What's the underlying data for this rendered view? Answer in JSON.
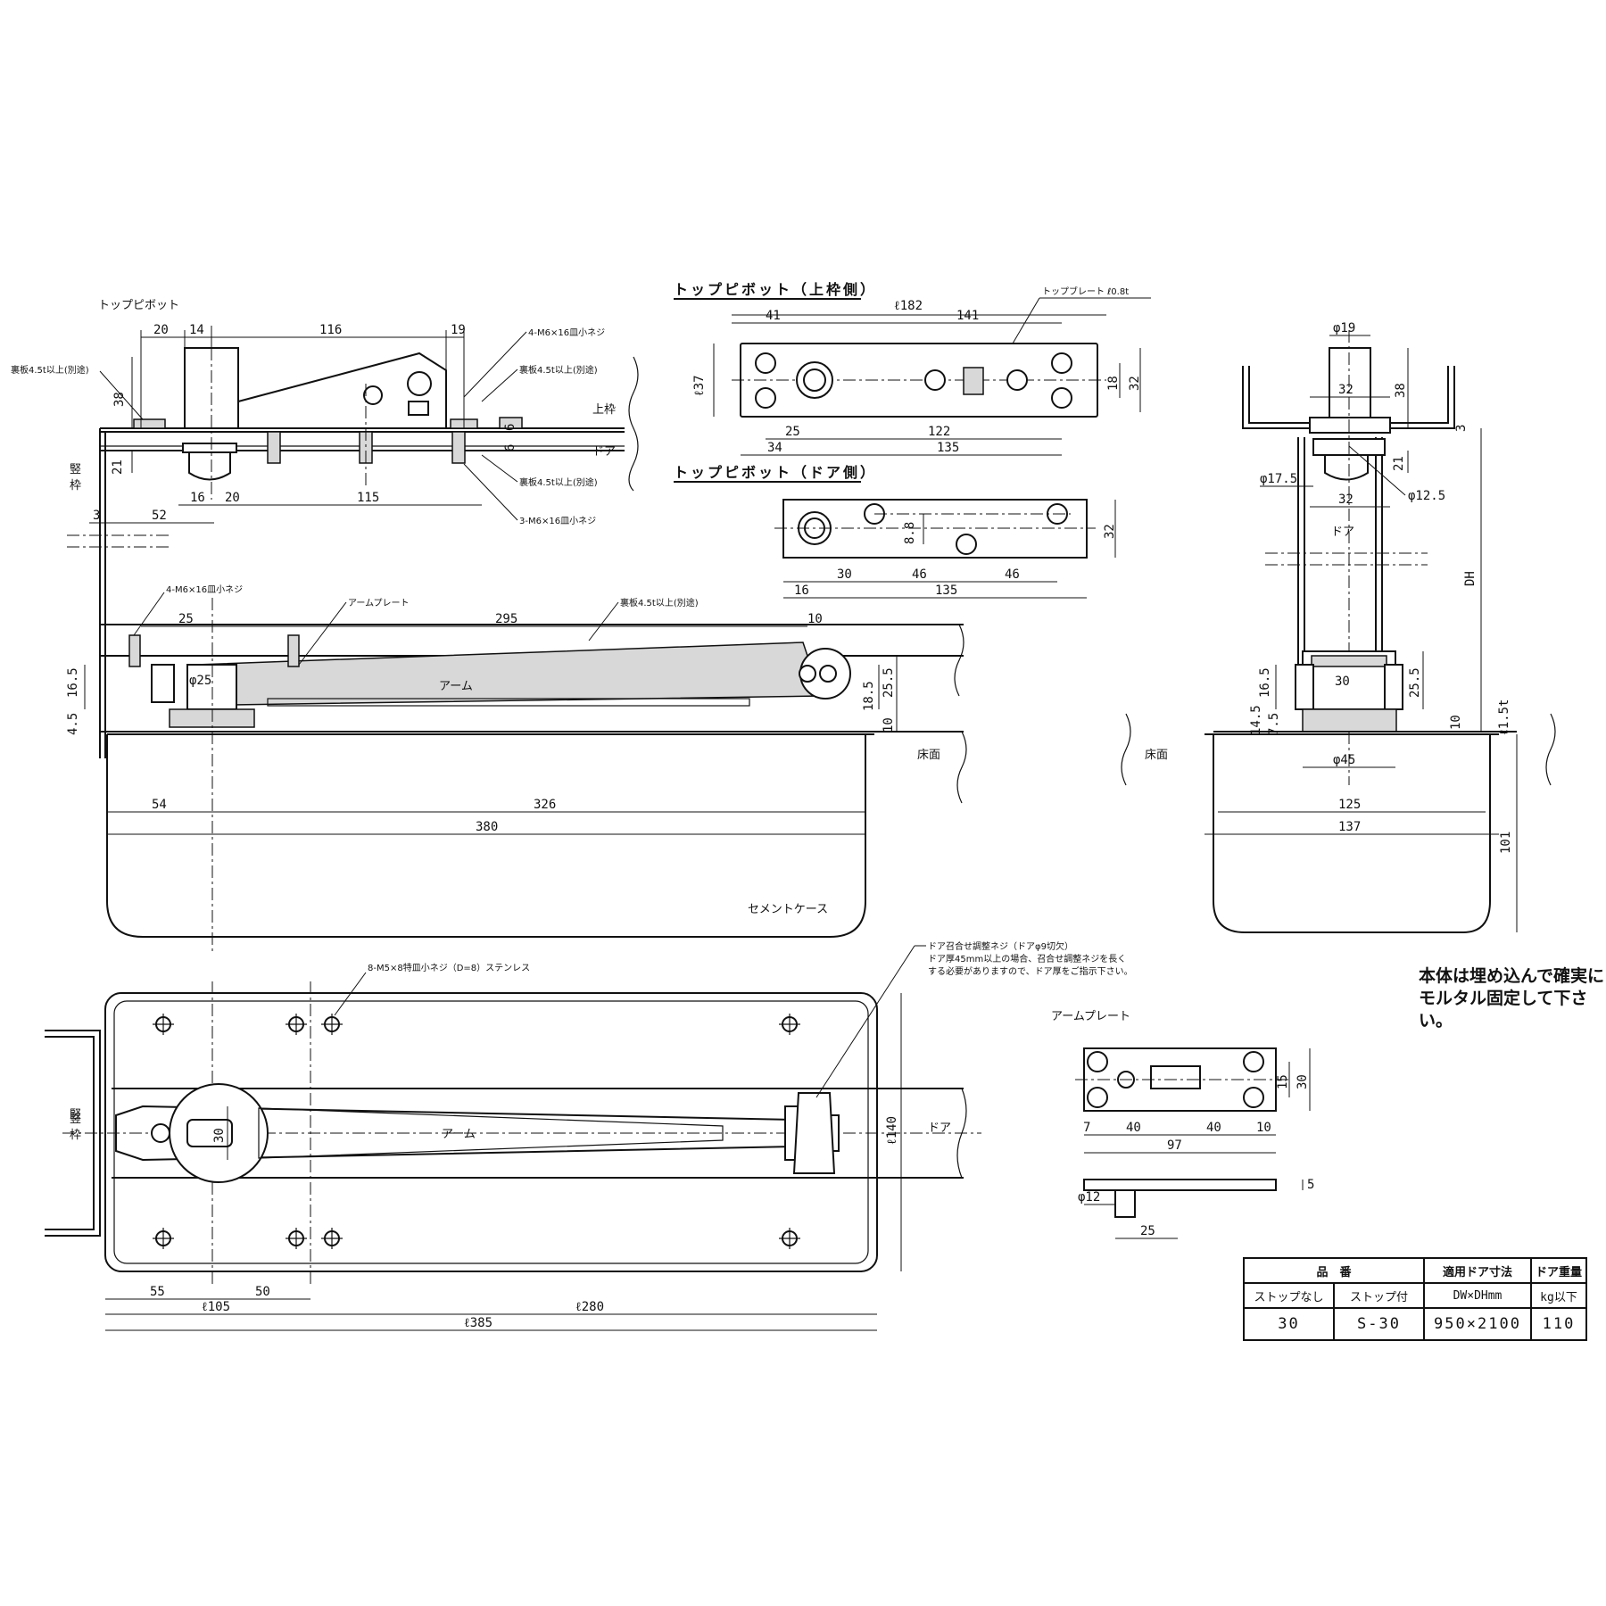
{
  "titles": {
    "top_pivot": "トップピボット",
    "top_pivot_frame": "トップピボット（上枠側）",
    "top_pivot_door": "トップピボット（ドア側）",
    "arm_plate": "アームプレート"
  },
  "labels": {
    "frame_vertical_1": "竪",
    "frame_vertical_2": "枠",
    "top_frame": "上枠",
    "door": "ドア",
    "floor": "床面",
    "cement_case": "セメントケース",
    "arm": "アーム",
    "arm_plate_label": "アームプレート",
    "plate_thickness": "トップブレート ℓ0.8t",
    "screw_4m6": "4-M6×16皿小ネジ",
    "screw_3m6": "3-M6×16皿小ネジ",
    "backing_plate": "裏板4.5t以上(別途)",
    "screw_8m5": "8-M5×8特皿小ネジ（D=8）ステンレス",
    "adjust_1": "ドア召合せ調整ネジ（ドアφ9切欠）",
    "adjust_2": "ドア厚45mm以上の場合、召合せ調整ネジを長く",
    "adjust_3": "する必要がありますので、ドア厚をご指示下さい。",
    "door_right": "ドア"
  },
  "dims": {
    "d20": "20",
    "d14": "14",
    "d116": "116",
    "d19": "19",
    "d38": "38",
    "d21": "21",
    "d6a": "6",
    "d6b": "6",
    "d16": "16",
    "d20b": "20",
    "d115": "115",
    "d3": "3",
    "d52": "52",
    "d182": "ℓ182",
    "d41": "41",
    "d141": "141",
    "d37": "ℓ37",
    "d18": "18",
    "d32": "32",
    "d25": "25",
    "d122": "122",
    "d34": "34",
    "d135": "135",
    "d8_8": "8.8",
    "d32b": "32",
    "d16b": "16",
    "d30": "30",
    "d46a": "46",
    "d46b": "46",
    "d135b": "135",
    "d25b": "25",
    "d295": "295",
    "d10": "10",
    "d16_5": "16.5",
    "d4_5": "4.5",
    "phi25": "φ25",
    "d18_5": "18.5",
    "d25_5": "25.5",
    "d10b": "10",
    "d54": "54",
    "d326": "326",
    "d380": "380",
    "phi19": "φ19",
    "d32c": "32",
    "d38b": "38",
    "d3b": "3",
    "d21b": "21",
    "phi17_5": "φ17.5",
    "d32d": "32",
    "phi12_5": "φ12.5",
    "dh": "DH",
    "d16_5b": "16.5",
    "d30b": "30",
    "d25_5b": "25.5",
    "d14_5": "14.5",
    "d7_5": "7.5",
    "d10c": "10",
    "d1_5": "ℓ1.5t",
    "phi45": "φ45",
    "d125": "125",
    "d137": "137",
    "d101": "101",
    "d30c": "30",
    "d140": "ℓ140",
    "d55": "55",
    "d50": "50",
    "d105": "ℓ105",
    "d280": "ℓ280",
    "d385": "ℓ385",
    "d15": "15",
    "d30d": "30",
    "d7": "7",
    "d40a": "40",
    "d40b": "40",
    "d10d": "10",
    "d97": "97",
    "phi12": "φ12",
    "d5": "5",
    "d25c": "25"
  },
  "note": {
    "line1": "本体は埋め込んで確実に",
    "line2": "モルタル固定して下さい。"
  },
  "spec_table": {
    "h_part": "品　番",
    "h_dim": "適用ドア寸法",
    "h_dim2": "DW×DHmm",
    "h_weight": "ドア重量",
    "h_weight2": "kg以下",
    "h_nostop": "ストップなし",
    "h_stop": "ストップ付",
    "v_nostop": "30",
    "v_stop": "S-30",
    "v_dim": "950×2100",
    "v_weight": "110"
  }
}
